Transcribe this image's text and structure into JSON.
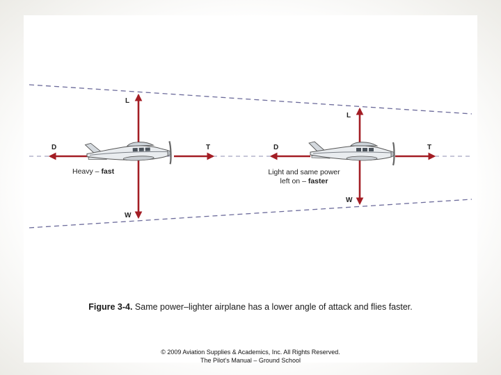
{
  "left_plane": {
    "lift": "L",
    "drag": "D",
    "thrust": "T",
    "weight": "W",
    "desc_prefix": "Heavy – ",
    "desc_bold": "fast"
  },
  "right_plane": {
    "lift": "L",
    "drag": "D",
    "thrust": "T",
    "weight": "W",
    "desc_line1": "Light and same power",
    "desc_line2_prefix": "left on – ",
    "desc_line2_bold": "faster"
  },
  "caption": {
    "label": "Figure 3-4.",
    "text": " Same power–lighter airplane has a lower angle of attack and flies faster."
  },
  "footer": {
    "line1": "© 2009 Aviation Supplies & Academics, Inc. All Rights Reserved.",
    "line2": "The Pilot’s Manual – Ground School"
  },
  "colors": {
    "arrow": "#a31d24",
    "dashed_line": "#6b6a9a",
    "airplane_body": "#e9ecef",
    "airplane_outline": "#555555"
  }
}
